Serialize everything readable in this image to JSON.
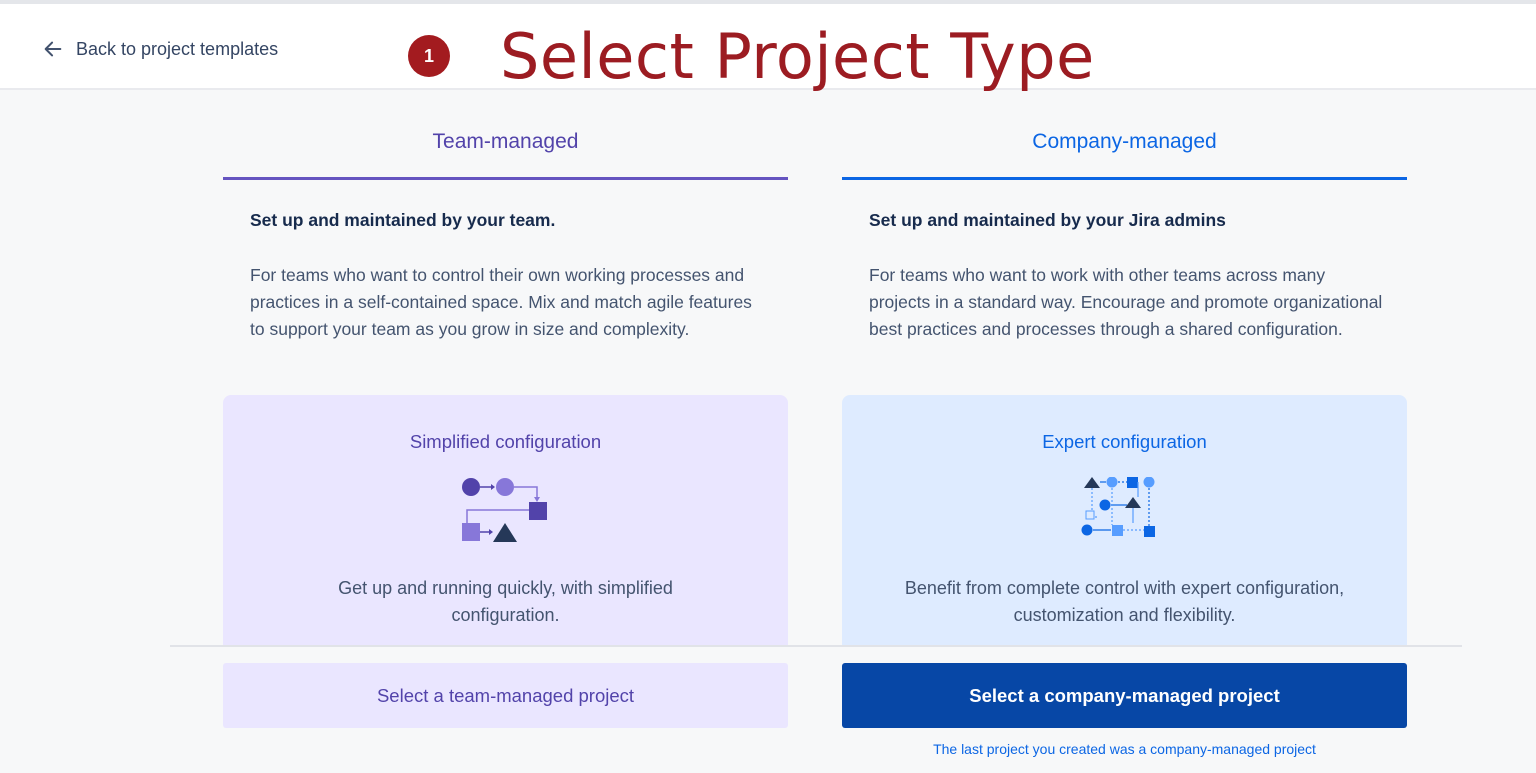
{
  "header": {
    "back_label": "Back to project templates",
    "step_number": "1",
    "annotation_title": "Select Project Type"
  },
  "team": {
    "tab_label": "Team-managed",
    "subheading": "Set up and maintained by your team.",
    "description": "For teams who want to control their own working processes and practices in a self-contained space. Mix and match agile features to support your team as you grow in size and complexity.",
    "card_title": "Simplified configuration",
    "card_text": "Get up and running quickly, with simplified configuration.",
    "illustration_icon": "simplified-workflow-icon",
    "button_label": "Select a team-managed project"
  },
  "company": {
    "tab_label": "Company-managed",
    "subheading": "Set up and maintained by your Jira admins",
    "description": "For teams who want to work with other teams across many projects in a standard way. Encourage and promote organizational best practices and processes through a shared configuration.",
    "card_title": "Expert configuration",
    "card_text": "Benefit from complete control with expert configuration, customization and flexibility.",
    "illustration_icon": "expert-workflow-icon",
    "button_label": "Select a company-managed project",
    "last_project_note": "The last project you created was a company-managed project"
  },
  "colors": {
    "team_accent": "#5243aa",
    "company_accent": "#0c66e4",
    "company_button": "#0747a6",
    "annotation_red": "#9c1c22"
  }
}
